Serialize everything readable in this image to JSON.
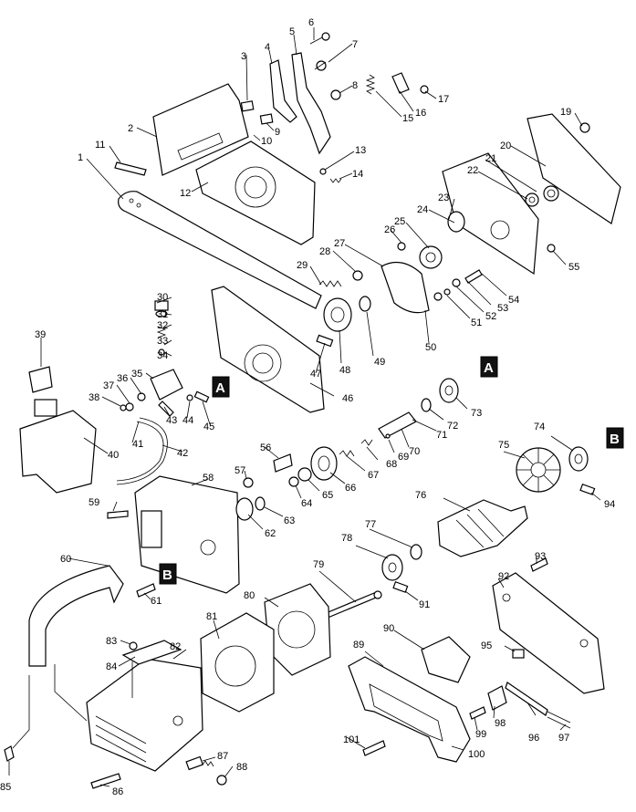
{
  "labels": [
    "1",
    "2",
    "3",
    "4",
    "5",
    "6",
    "7",
    "8",
    "9",
    "10",
    "11",
    "12",
    "13",
    "14",
    "15",
    "16",
    "17",
    "19",
    "20",
    "21",
    "22",
    "23",
    "24",
    "25",
    "26",
    "27",
    "28",
    "29",
    "30",
    "31",
    "32",
    "33",
    "34",
    "35",
    "36",
    "37",
    "38",
    "39",
    "40",
    "41",
    "42",
    "43",
    "44",
    "45",
    "46",
    "47",
    "48",
    "49",
    "50",
    "51",
    "52",
    "53",
    "54",
    "55",
    "56",
    "57",
    "58",
    "59",
    "60",
    "61",
    "62",
    "63",
    "64",
    "65",
    "66",
    "67",
    "68",
    "69",
    "70",
    "71",
    "72",
    "73",
    "74",
    "75",
    "76",
    "77",
    "78",
    "79",
    "80",
    "81",
    "82",
    "83",
    "84",
    "85",
    "86",
    "87",
    "88",
    "89",
    "90",
    "91",
    "92",
    "93",
    "94",
    "95",
    "96",
    "97",
    "98",
    "99",
    "100",
    "101"
  ],
  "section_markers": [
    "A",
    "A",
    "B",
    "B"
  ]
}
